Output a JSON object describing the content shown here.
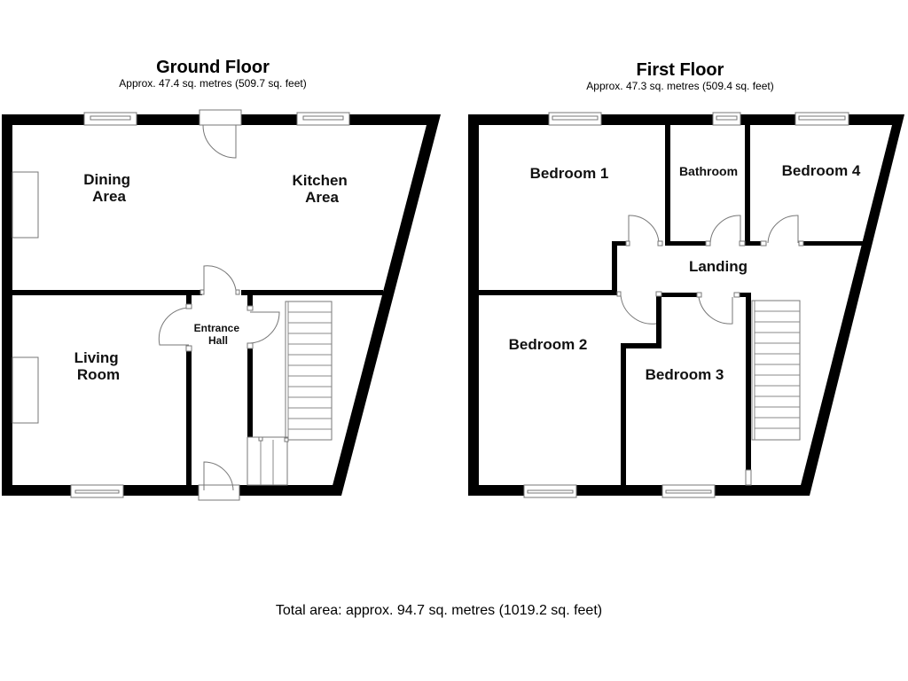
{
  "ground_floor": {
    "title": "Ground Floor",
    "area": "Approx. 47.4 sq. metres (509.7 sq. feet)",
    "rooms": {
      "dining": [
        "Dining",
        "Area"
      ],
      "kitchen": [
        "Kitchen",
        "Area"
      ],
      "living": [
        "Living",
        "Room"
      ],
      "hall": [
        "Entrance",
        "Hall"
      ]
    }
  },
  "first_floor": {
    "title": "First Floor",
    "area": "Approx. 47.3 sq. metres (509.4 sq. feet)",
    "rooms": {
      "bedroom1": "Bedroom 1",
      "bathroom": "Bathroom",
      "bedroom4": "Bedroom 4",
      "landing": "Landing",
      "bedroom2": "Bedroom 2",
      "bedroom3": "Bedroom 3"
    }
  },
  "total_area": "Total area: approx. 94.7 sq. metres (1019.2 sq. feet)",
  "colors": {
    "wall": "#000000",
    "fixture": "#777777",
    "background": "#ffffff"
  }
}
